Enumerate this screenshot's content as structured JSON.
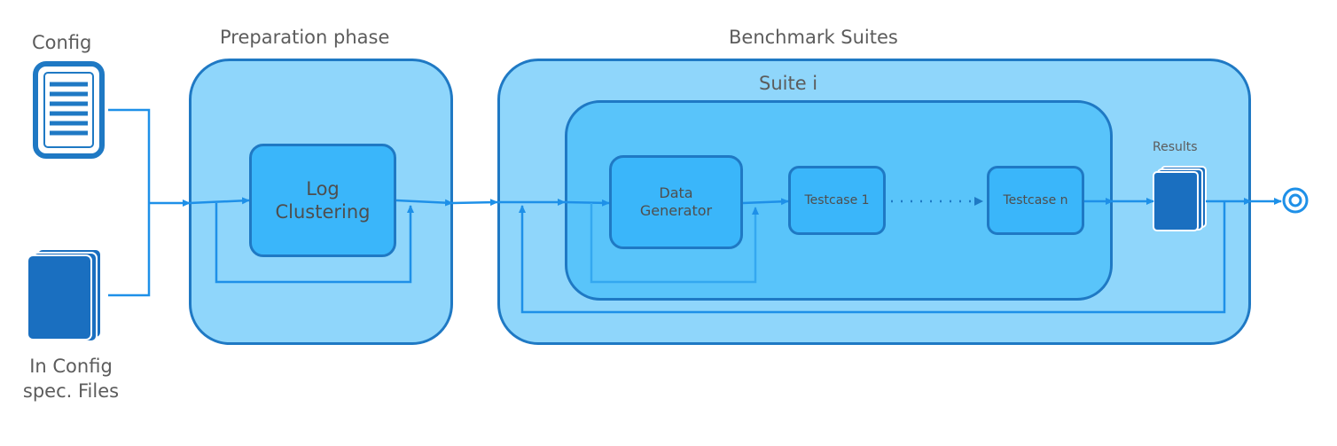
{
  "inputs": {
    "config_label": "Config",
    "files_label_line1": "In Config",
    "files_label_line2": "spec. Files"
  },
  "preparation": {
    "title": "Preparation phase",
    "node_line1": "Log",
    "node_line2": "Clustering"
  },
  "benchmark": {
    "title": "Benchmark Suites",
    "suite_title": "Suite i",
    "data_generator_line1": "Data",
    "data_generator_line2": "Generator",
    "testcase_first": "Testcase 1",
    "testcase_last": "Testcase n",
    "results_label": "Results"
  },
  "icons": {
    "config": "document-icon",
    "files": "file-stack-icon",
    "results": "file-stack-icon",
    "end": "end-node-icon"
  },
  "colors": {
    "stroke": "#1f79c4",
    "outer_fill": "#8fd6fb",
    "suite_fill": "#59c4fa",
    "node_fill": "#3ab6fa",
    "arrow": "#1e90e8",
    "feedback_line": "#34a8f0"
  }
}
